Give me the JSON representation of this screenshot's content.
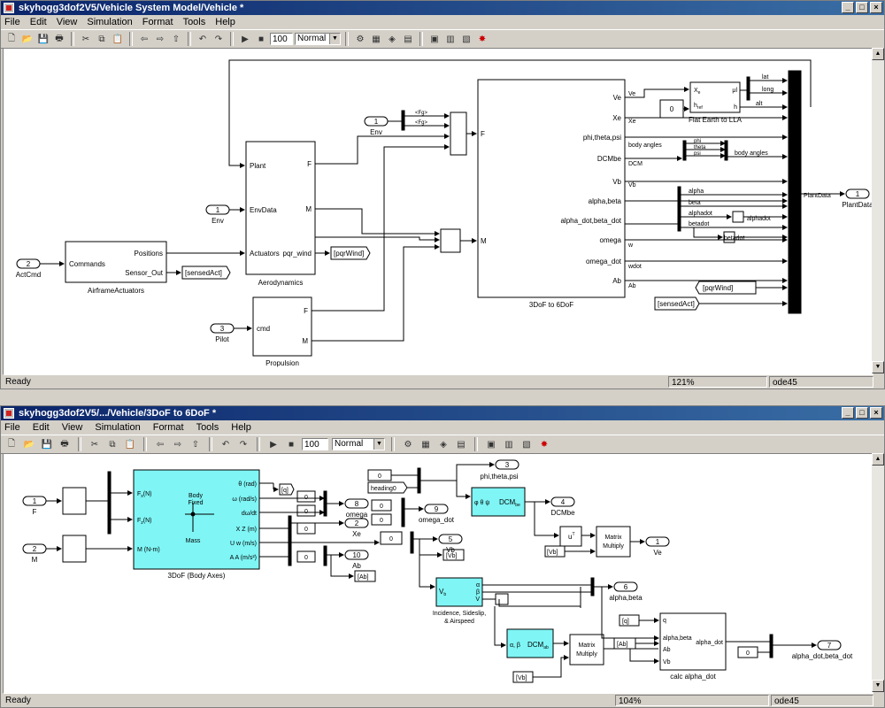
{
  "win1": {
    "title": "skyhogg3dof2V5/Vehicle System Model/Vehicle *",
    "menu": [
      "File",
      "Edit",
      "View",
      "Simulation",
      "Format",
      "Tools",
      "Help"
    ],
    "zoom_value": "100",
    "mode_value": "Normal",
    "status_left": "Ready",
    "status_zoom": "121%",
    "status_solver": "ode45"
  },
  "win2": {
    "title": "skyhogg3dof2V5/.../Vehicle/3DoF to 6DoF *",
    "menu": [
      "File",
      "Edit",
      "View",
      "Simulation",
      "Format",
      "Tools",
      "Help"
    ],
    "zoom_value": "100",
    "mode_value": "Normal",
    "status_left": "Ready",
    "status_zoom": "104%",
    "status_solver": "ode45"
  },
  "d1": {
    "in_actcmd_num": "2",
    "in_actcmd_label": "ActCmd",
    "in_env_num": "1",
    "in_env_label": "Env",
    "in_pilot_num": "3",
    "in_pilot_label": "Pilot",
    "actuators_name": "AirframeActuators",
    "actuators_in": "Commands",
    "actuators_out1": "Positions",
    "actuators_out2": "Sensor_Out",
    "goto_sensedact": "[sensedAct]",
    "aero_name": "Aerodynamics",
    "aero_in1": "Plant",
    "aero_in2": "EnvData",
    "aero_in3": "Actuators",
    "aero_out1": "F",
    "aero_out2": "M",
    "aero_out3": "pqr_wind",
    "goto_pqrwind": "[pqrWind]",
    "prop_name": "Propulsion",
    "prop_in": "cmd",
    "prop_out1": "F",
    "prop_out2": "M",
    "goto1_num": "1",
    "goto1_label": "Env",
    "bus_fg": "<Fg>",
    "bus_fg2": "<Fg>",
    "sixdof_name": "3DoF to 6DoF",
    "sixdof_in1": "F",
    "sixdof_in2": "M",
    "sixdof_out": [
      "Ve",
      "Xe",
      "phi,theta,psi",
      "DCMbe",
      "Vb",
      "alpha,beta",
      "alpha_dot,beta_dot",
      "omega",
      "omega_dot",
      "Ab"
    ],
    "sig_ve": "Ve",
    "sig_xe": "Xe",
    "sig_bodyangles": "body angles",
    "sig_dcm": "DCM",
    "sig_vb": "Vb",
    "sig_alpha": "alpha",
    "sig_beta": "beta",
    "sig_alphadot": "alphadot",
    "sig_betadot": "betadot",
    "sig_w": "w",
    "sig_wdot": "wdot",
    "sig_ab": "Ab",
    "const0": "0",
    "lla_name": "Flat Earth to LLA",
    "lla_in1": "X",
    "lla_in1sub": "e",
    "lla_in2": "h",
    "lla_in2sub": "ref",
    "lla_out1": "μl",
    "lla_out2": "h",
    "lla_lat": "lat",
    "lla_long": "long",
    "lla_alt": "alt",
    "mux_phi": "phi",
    "mux_theta": "theta",
    "mux_psi": "psi",
    "sig_bodyangles2": "body angles",
    "from_pqrwind": "[pqrWind]",
    "from_sensedact": "[sensedAct]",
    "out_plant_num": "1",
    "out_plant_label": "PlantData",
    "sig_plantdata": "PlantData",
    "alphadot_label": "alphadot",
    "betadot_label": "betadot"
  },
  "d2": {
    "in_f_num": "1",
    "in_f_label": "F",
    "in_m_num": "2",
    "in_m_label": "M",
    "dof_name": "3DoF (Body Axes)",
    "dof_in1": "F",
    "dof_in1sub": "x",
    "dof_in1u": "(N)",
    "dof_in2": "F",
    "dof_in2sub": "z",
    "dof_in2u": "(N)",
    "dof_in3": "M (N-m)",
    "dof_center1": "Body",
    "dof_center2": "Fixed",
    "dof_center3": "Mass",
    "dof_out": [
      "θ (rad)",
      "ω (rad/s)",
      "dω/dt",
      "X Z (m)",
      "U w (m/s)",
      "A A (m/s²)"
    ],
    "goto_q": "[q]",
    "c0": "0",
    "goto_heading": "heading0",
    "out_omega_num": "8",
    "out_omega_label": "omega",
    "out_omegadot_num": "9",
    "out_omegadot_label": "omega_dot",
    "out_xe_num": "2",
    "out_xe_label": "Xe",
    "out_vb_num": "5",
    "out_vb_label": "Vb",
    "goto_vb": "[Vb]",
    "out_ab_num": "10",
    "out_ab_label": "Ab",
    "goto_ab": "[Ab]",
    "out_phi_num": "3",
    "out_phi_label": "phi,theta,psi",
    "dcm_block": "φ θ ψ",
    "dcm_label": "DCM",
    "dcm_sub": "be",
    "out_dcmbe_num": "4",
    "out_dcmbe_label": "DCMbe",
    "transpose": "u",
    "transpose_sup": "T",
    "matmul1_l1": "Matrix",
    "matmul1_l2": "Multiply",
    "from_vb": "[Vb]",
    "out_ve_num": "1",
    "out_ve_label": "Ve",
    "inc_name1": "Incidence, Sideslip,",
    "inc_name2": "& Airspeed",
    "inc_in": "V",
    "inc_insub": "b",
    "inc_out1": "α",
    "inc_out2": "β",
    "inc_out3": "V",
    "out_ab_a_num": "6",
    "out_ab_a_label": "alpha,beta",
    "from_q": "[q]",
    "from_ab": "[Ab]",
    "from_vb2": "[Vb]",
    "dcmab_in": "α, β",
    "dcmab_label": "DCM",
    "dcmab_sub": "ab",
    "matmul2_l1": "Matrix",
    "matmul2_l2": "Multiply",
    "calc_name": "calc alpha_dot",
    "calc_in": [
      "q",
      "alpha,beta",
      "Ab",
      "Vb"
    ],
    "calc_out": "alpha_dot",
    "c0b": "0",
    "out_abdot_num": "7",
    "out_abdot_label": "alpha_dot,beta_dot"
  }
}
